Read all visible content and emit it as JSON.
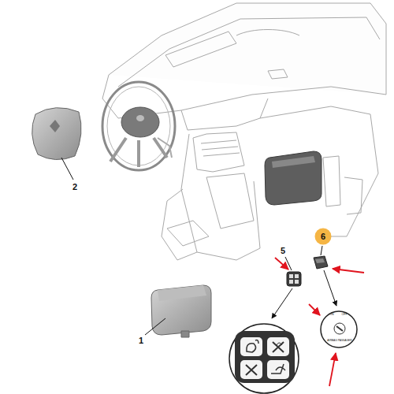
{
  "diagram": {
    "nodes": [
      {
        "text": [
          "6"
        ]
      }
    ],
    "labels": [
      "2",
      "1",
      "5",
      "ON",
      "OFF",
      "AIRBAG PASSAGER"
    ]
  }
}
